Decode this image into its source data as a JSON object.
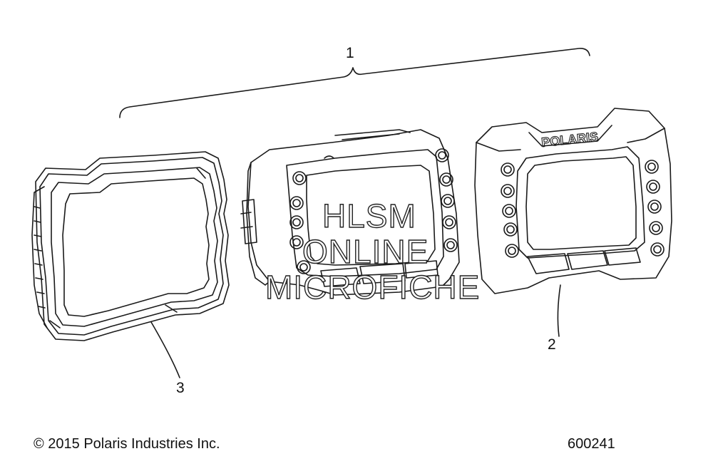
{
  "callouts": {
    "assembly": "1",
    "bezel": "2",
    "lens": "3"
  },
  "watermark": {
    "line1": "HLSM",
    "line2": "ONLINE",
    "line3": "MICROFICHE"
  },
  "bezel_logo": "POLARIS",
  "footer": {
    "copyright": "© 2015 Polaris Industries Inc.",
    "figure_id": "600241"
  },
  "colors": {
    "line": "#1a1a1a",
    "background": "#ffffff"
  }
}
